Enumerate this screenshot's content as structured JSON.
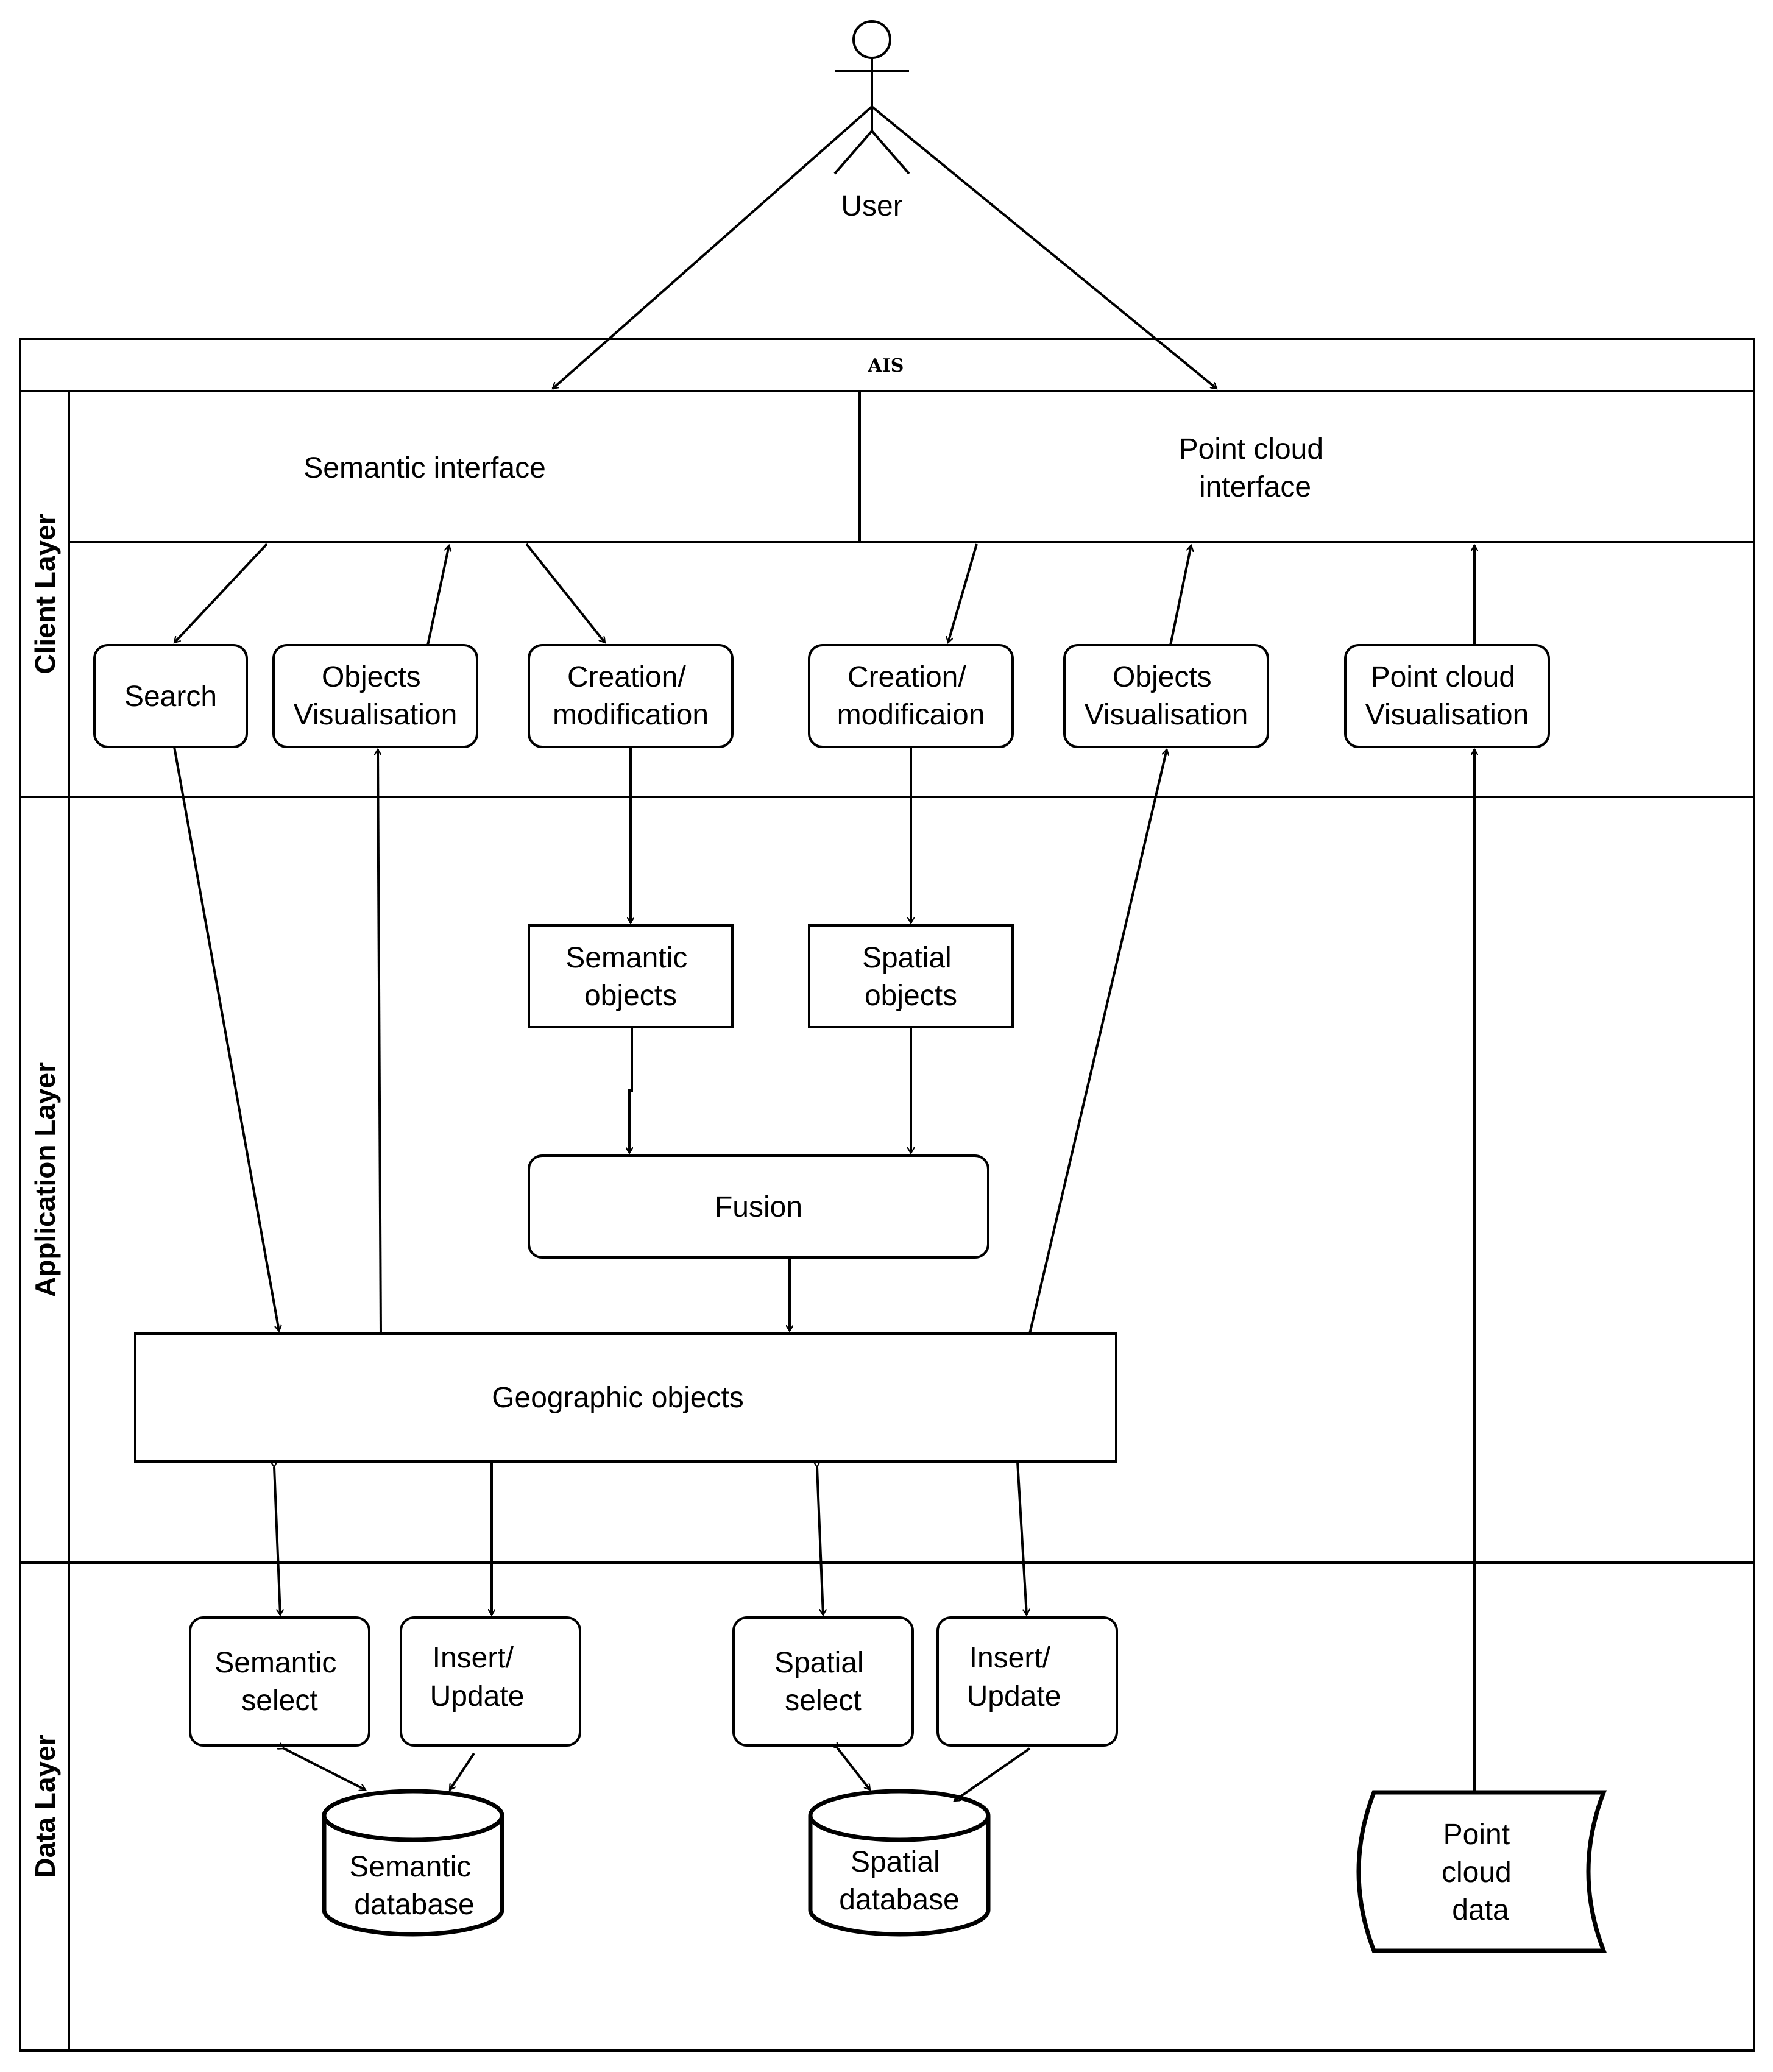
{
  "actor": {
    "label": "User"
  },
  "pool": {
    "title": "AIS"
  },
  "lanes": {
    "client": "Client Layer",
    "application": "Application Layer",
    "data": "Data Layer"
  },
  "client": {
    "semantic_interface": "Semantic interface",
    "point_cloud_interface": [
      "Point cloud",
      "interface"
    ],
    "search": "Search",
    "objects_vis_1": [
      "Objects",
      "Visualisation"
    ],
    "creation_mod_1": [
      "Creation/",
      "modification"
    ],
    "creation_mod_2": [
      "Creation/",
      "modificaion"
    ],
    "objects_vis_2": [
      "Objects",
      "Visualisation"
    ],
    "point_cloud_vis": [
      "Point cloud",
      "Visualisation"
    ]
  },
  "application": {
    "semantic_objects": [
      "Semantic",
      "objects"
    ],
    "spatial_objects": [
      "Spatial",
      "objects"
    ],
    "fusion": "Fusion",
    "geographic_objects": "Geographic objects"
  },
  "data": {
    "semantic_select": [
      "Semantic",
      "select"
    ],
    "insert_update_1": [
      "Insert/",
      "Update"
    ],
    "spatial_select": [
      "Spatial",
      "select"
    ],
    "insert_update_2": [
      "Insert/",
      "Update"
    ],
    "semantic_database": [
      "Semantic",
      "database"
    ],
    "spatial_database": [
      "Spatial",
      "database"
    ],
    "point_cloud_data": [
      "Point",
      "cloud",
      "data"
    ]
  }
}
